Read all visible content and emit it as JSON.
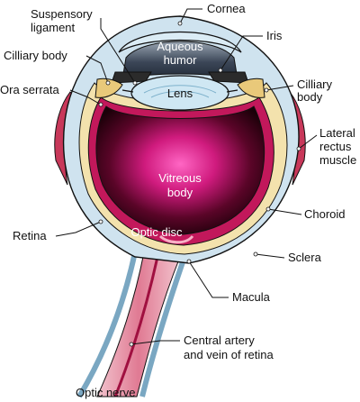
{
  "labels": {
    "suspensory_ligament_1": "Suspensory",
    "suspensory_ligament_2": "ligament",
    "cornea": "Cornea",
    "aqueous_humor_1": "Aqueous",
    "aqueous_humor_2": "humor",
    "iris": "Iris",
    "cilliary_body_left": "Cilliary body",
    "ora_serrata": "Ora serrata",
    "lens": "Lens",
    "cilliary_body_right_1": "Cilliary",
    "cilliary_body_right_2": "body",
    "lateral_rectus_1": "Lateral",
    "lateral_rectus_2": "rectus",
    "lateral_rectus_3": "muscle",
    "vitreous_body_1": "Vitreous",
    "vitreous_body_2": "body",
    "choroid": "Choroid",
    "retina": "Retina",
    "optic_disc": "Optic disc",
    "sclera": "Sclera",
    "macula": "Macula",
    "central_artery_1": "Central artery",
    "central_artery_2": "and vein of retina",
    "optic_nerve": "Optic nerve"
  },
  "colors": {
    "sclera_fill": "#cfe3ef",
    "choroid_fill": "#f3e2ad",
    "retina_line": "#d6336c",
    "vitreous_center": "#ff5ab8",
    "vitreous_edge": "#2a0010",
    "aqueous": "#3f4f63",
    "lens": "#cfe7f3",
    "muscle": "#c8385a",
    "nerve": "#e7a0b0"
  }
}
